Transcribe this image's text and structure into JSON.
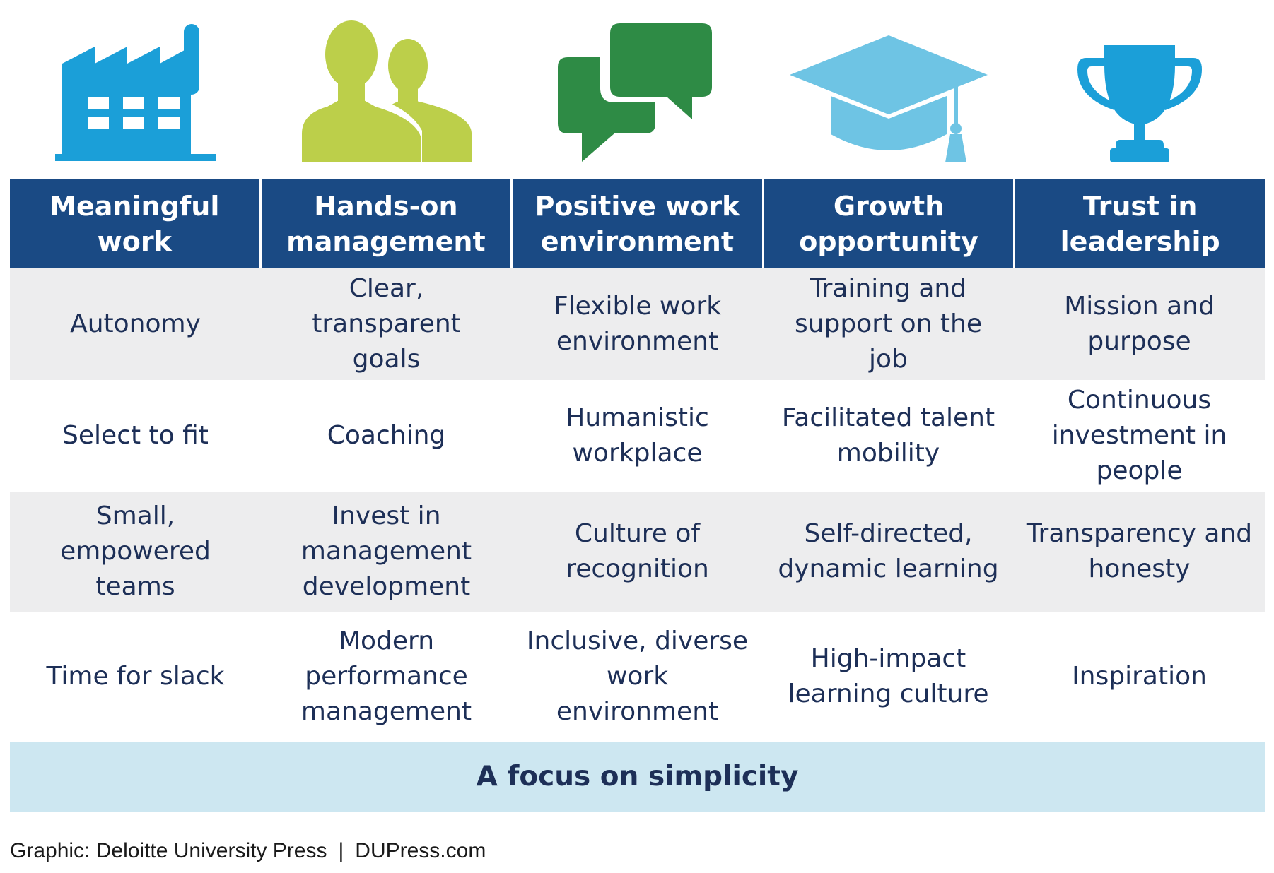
{
  "columns": [
    {
      "icon": "factory-icon",
      "icon_color": "#1b9fd8",
      "header_lines": [
        "Meaningful",
        "work"
      ],
      "cells": [
        [
          "Autonomy"
        ],
        [
          "Select to fit"
        ],
        [
          "Small, empowered",
          "teams"
        ],
        [
          "Time for slack"
        ]
      ]
    },
    {
      "icon": "people-icon",
      "icon_color": "#bccf4a",
      "header_lines": [
        "Hands-on",
        "management"
      ],
      "cells": [
        [
          "Clear, transparent",
          "goals"
        ],
        [
          "Coaching"
        ],
        [
          "Invest in",
          "management",
          "development"
        ],
        [
          "Modern",
          "performance",
          "management"
        ]
      ]
    },
    {
      "icon": "speech-bubbles-icon",
      "icon_color": "#2e8b45",
      "header_lines": [
        "Positive work",
        "environment"
      ],
      "cells": [
        [
          "Flexible work",
          "environment"
        ],
        [
          "Humanistic",
          "workplace"
        ],
        [
          "Culture of",
          "recognition"
        ],
        [
          "Inclusive, diverse",
          "work environment"
        ]
      ]
    },
    {
      "icon": "graduation-cap-icon",
      "icon_color": "#6ec4e4",
      "header_lines": [
        "Growth",
        "opportunity"
      ],
      "cells": [
        [
          "Training and",
          "support on the job"
        ],
        [
          "Facilitated talent",
          "mobility"
        ],
        [
          "Self-directed,",
          "dynamic learning"
        ],
        [
          "High-impact",
          "learning culture"
        ]
      ]
    },
    {
      "icon": "trophy-icon",
      "icon_color": "#1b9fd8",
      "header_lines": [
        "Trust in",
        "leadership"
      ],
      "cells": [
        [
          "Mission and",
          "purpose"
        ],
        [
          "Continuous",
          "investment in",
          "people"
        ],
        [
          "Transparency and",
          "honesty"
        ],
        [
          "Inspiration"
        ]
      ]
    }
  ],
  "banner": "A focus on simplicity",
  "footer": {
    "credit": "Graphic: Deloitte University Press",
    "separator": "|",
    "site": "DUPress.com"
  },
  "colors": {
    "header_bg": "#1a4a84",
    "shaded_row_bg": "#ededee",
    "banner_bg": "#cde7f1",
    "body_text": "#1d2f57"
  }
}
